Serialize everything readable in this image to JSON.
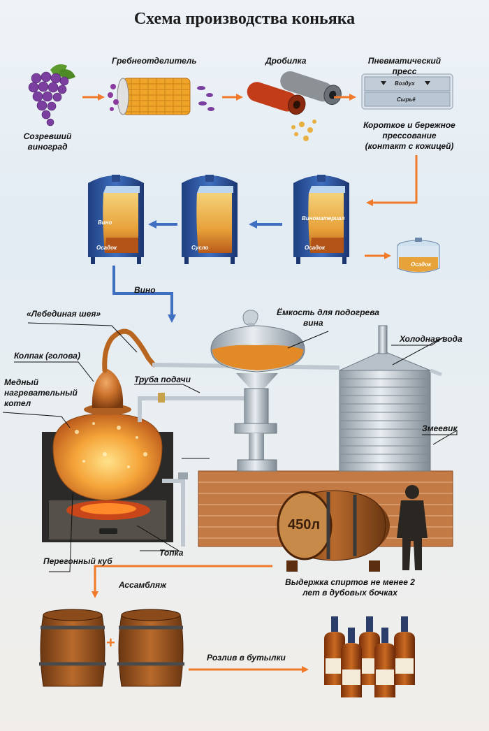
{
  "title": "Схема производства коньяка",
  "steps": {
    "grape": [
      "Созревший",
      "виноград"
    ],
    "destemmer": "Гребнеотделитель",
    "crusher": "Дробилка",
    "press": [
      "Пневматический",
      "пресс"
    ],
    "press_air": "Воздух",
    "press_raw": "Сырьё",
    "pressing": [
      "Короткое и бережное",
      "прессование",
      "(контакт с кожицей)"
    ],
    "tank1_top": "Виноматериал",
    "tank1_bottom": "Осадок",
    "tank2_label": "Сусло",
    "tank3_top": "Вино",
    "tank3_bottom": "Осадок",
    "sediment": "Осадок",
    "wine_arrow": "Вино"
  },
  "still": {
    "swan_neck": "«Лебединая шея»",
    "cap": "Колпак (голова)",
    "boiler": [
      "Медный",
      "нагревательный",
      "котел"
    ],
    "feed_pipe": "Труба подачи",
    "preheater": [
      "Ёмкость для подогрева",
      "вина"
    ],
    "cold_water": "Холодная вода",
    "coil": "Змеевик",
    "pot": "Перегонный куб",
    "firebox": "Топка"
  },
  "aging": {
    "barrel_volume": "450л",
    "note": [
      "Выдержка спиртов не менее 2",
      "лет в дубовых бочках"
    ]
  },
  "final": {
    "assemblage": "Ассамбляж",
    "plus": "+",
    "bottling": "Розлив в бутылки"
  },
  "colors": {
    "arrow_orange": "#f07a2a",
    "arrow_blue": "#3f6fc0",
    "copper": "#c8702a",
    "liquid": "#e8a23a"
  }
}
